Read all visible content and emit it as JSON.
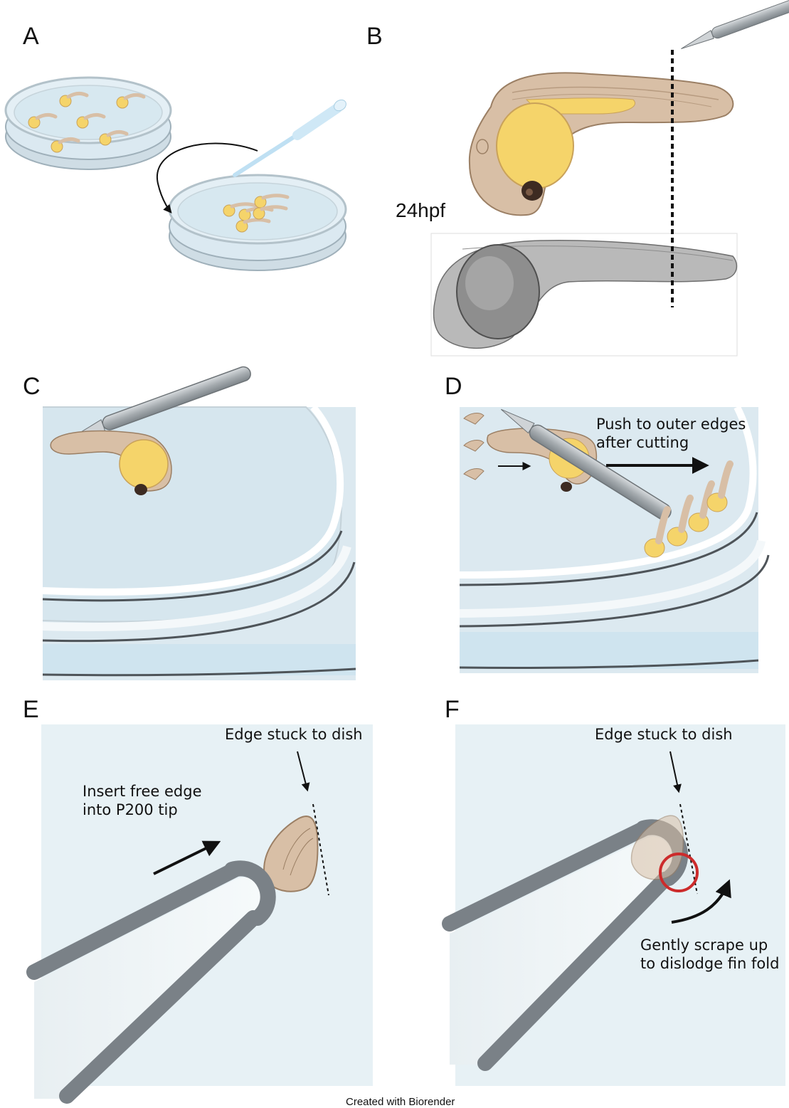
{
  "panels": {
    "a": {
      "letter": "A"
    },
    "b": {
      "letter": "B",
      "stage": "24hpf"
    },
    "c": {
      "letter": "C"
    },
    "d": {
      "letter": "D",
      "annotation_line1": "Push to outer edges",
      "annotation_line2": "after cutting"
    },
    "e": {
      "letter": "E",
      "top_label": "Edge stuck to dish",
      "insert_line1": "Insert free edge",
      "insert_line2": "into P200 tip"
    },
    "f": {
      "letter": "F",
      "top_label": "Edge stuck to dish",
      "scrape_line1": "Gently scrape up",
      "scrape_line2": "to dislodge fin fold"
    }
  },
  "footer": {
    "credit": "Created with Biorender"
  },
  "colors": {
    "dish_fluid": "#dbe9f1",
    "dish_rim": "#c3cfd6",
    "embryo_body": "#d8bfa6",
    "yolk": "#f5d46a",
    "tool_gray": "#8e959b",
    "tip_gray": "#7a8187",
    "panel_bg": "#e7f1f5",
    "highlight_circle": "#cc2b2b"
  }
}
